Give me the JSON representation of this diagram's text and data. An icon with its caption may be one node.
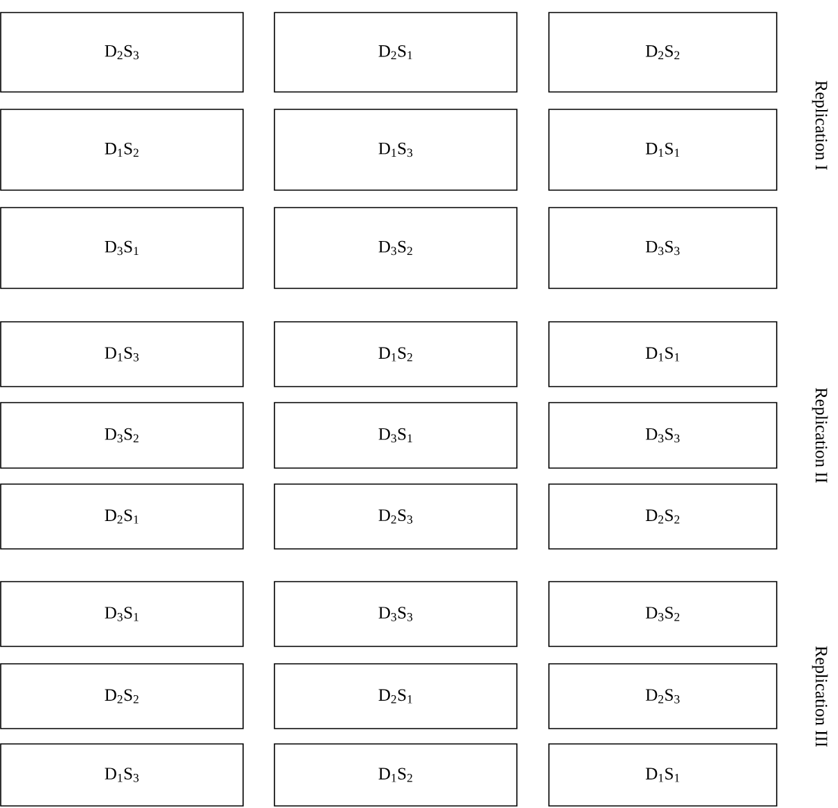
{
  "diagram": {
    "nodes": [
      {
        "text": [
          "D$_{2}$S$_{3}$"
        ]
      },
      {
        "text": [
          "D$_{2}$S$_{1}$"
        ]
      },
      {
        "text": [
          "D$_{2}$S$_{2}$"
        ]
      },
      {
        "text": [
          "D$_{1}$S$_{2}$"
        ]
      },
      {
        "text": [
          "D$_{1}$S$_{3}$"
        ]
      },
      {
        "text": [
          "D$_{1}$S$_{1}$"
        ]
      },
      {
        "text": [
          "D$_{3}$S$_{1}$"
        ]
      },
      {
        "text": [
          "D$_{3}$S$_{2}$"
        ]
      },
      {
        "text": [
          "D$_{3}$S$_{3}$"
        ]
      },
      {
        "text": [
          "D$_{1}$S$_{3}$"
        ]
      },
      {
        "text": [
          "D$_{1}$S$_{2}$"
        ]
      },
      {
        "text": [
          "D$_{1}$S$_{1}$"
        ]
      },
      {
        "text": [
          "D$_{3}$S$_{2}$"
        ]
      },
      {
        "text": [
          "D$_{3}$S$_{1}$"
        ]
      },
      {
        "text": [
          "D$_{3}$S$_{3}$"
        ]
      },
      {
        "text": [
          "D$_{2}$S$_{1}$"
        ]
      },
      {
        "text": [
          "D$_{2}$S$_{3}$"
        ]
      },
      {
        "text": [
          "D$_{2}$S$_{2}$"
        ]
      },
      {
        "text": [
          "D$_{3}$S$_{1}$"
        ]
      },
      {
        "text": [
          "D$_{3}$S$_{3}$"
        ]
      },
      {
        "text": [
          "D$_{3}$S$_{2}$"
        ]
      },
      {
        "text": [
          "D$_{2}$S$_{2}$"
        ]
      },
      {
        "text": [
          "D$_{2}$S$_{1}$"
        ]
      },
      {
        "text": [
          "D$_{2}$S$_{3}$"
        ]
      },
      {
        "text": [
          "D$_{1}$S$_{3}$"
        ]
      },
      {
        "text": [
          "D$_{1}$S$_{2}$"
        ]
      },
      {
        "text": [
          "D$_{1}$S$_{1}$"
        ]
      }
    ],
    "labels": [
      "Replication I",
      "Replication II",
      "Replication III"
    ]
  }
}
